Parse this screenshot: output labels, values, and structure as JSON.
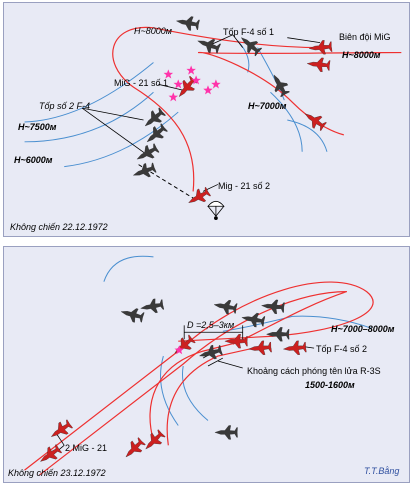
{
  "top": {
    "caption": "Không chiến 22.12.1972",
    "labels": {
      "h8000_left": "H~8000м",
      "f4_no1": "Tốp F-4 số 1",
      "mig_formation": "Biên đội MiG",
      "h8000_right": "H~8000м",
      "mig21_no1": "MiG - 21 số 1",
      "f4_no2": "Tốp số 2  F-4",
      "h7500": "H~7500м",
      "h7000": "H~7000м",
      "h6000": "H~6000м",
      "mig21_no2": "Mig - 21 số 2"
    }
  },
  "bottom": {
    "caption": "Không chiến 23.12.1972",
    "labels": {
      "distance": "D =2,5–3км",
      "h7000_8000": "H~7000–8000м",
      "f4_no2": "Tốp F-4 số 2",
      "launch_distance": "Khoảng cách phóng tên lửa R-3S",
      "launch_range": "1500-1600м",
      "mig21_pair": "2 MiG - 21"
    }
  },
  "author": "T.T.Bằng",
  "colors": {
    "red_track": "#ee3030",
    "blue_track": "#4a8fd0",
    "background": "#e8eaf5"
  }
}
